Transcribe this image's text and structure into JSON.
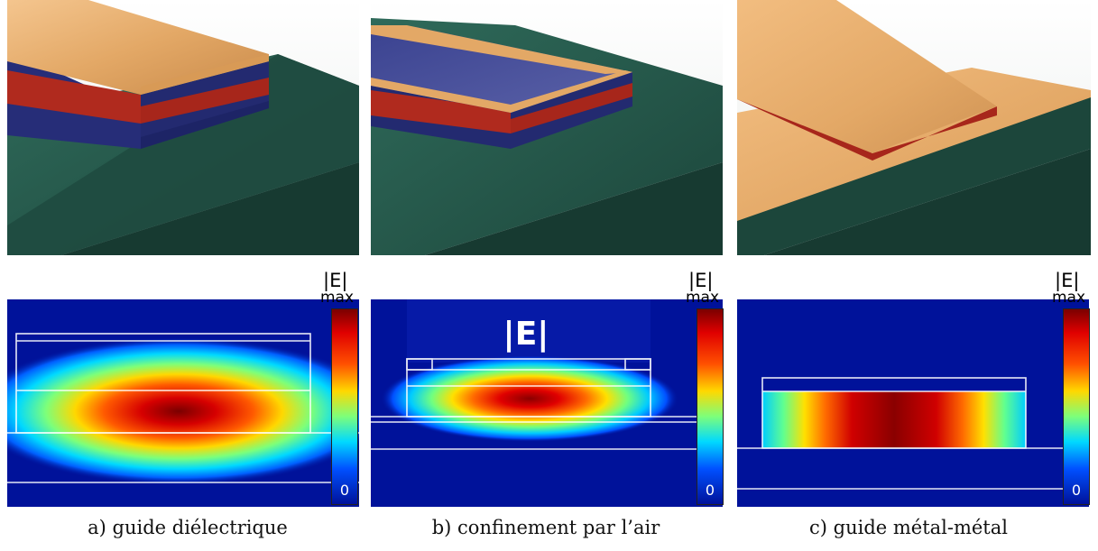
{
  "panels": [
    {
      "caption": "a) guide diélectrique",
      "colorbar": {
        "title": "|E|",
        "max_label": "max",
        "min_label": "0"
      },
      "field_label": ""
    },
    {
      "caption": "b) confinement par l’air",
      "colorbar": {
        "title": "|E|",
        "max_label": "max",
        "min_label": "0"
      },
      "field_label": "|E|"
    },
    {
      "caption": "c) guide métal-métal",
      "colorbar": {
        "title": "|E|",
        "max_label": "max",
        "min_label": "0"
      },
      "field_label": ""
    }
  ],
  "colors": {
    "substrate": "#1f4a3f",
    "gold": "#e3a866",
    "active_red": "#b8261c",
    "cladding_blue": "#232a70",
    "field_background": "#00129a"
  }
}
